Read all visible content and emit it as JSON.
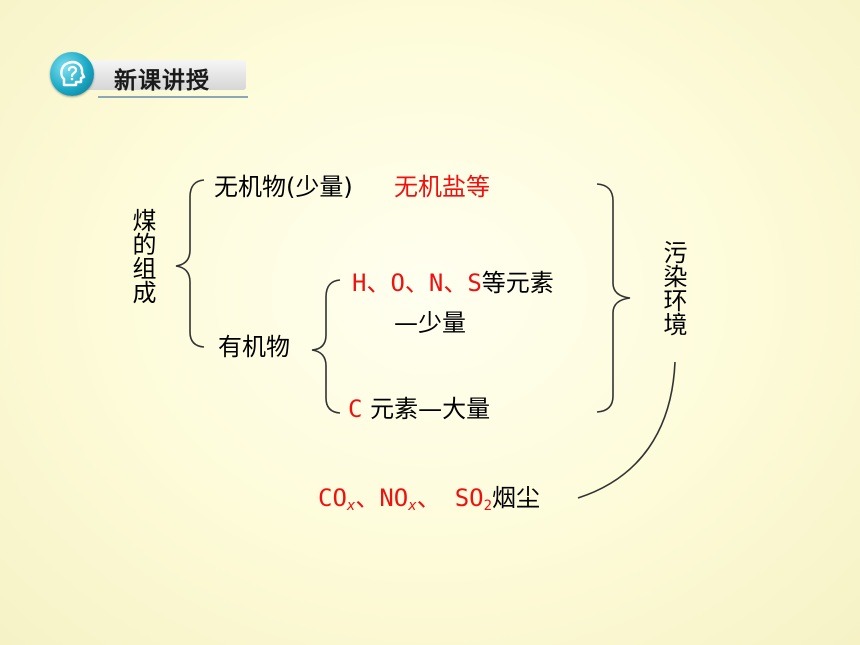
{
  "header": {
    "title": "新课讲授",
    "icon": "head-question-icon"
  },
  "diagram": {
    "root_label": "煤的组成",
    "inorganic": {
      "label": "无机物(少量)",
      "example": "无机盐等"
    },
    "organic": {
      "label": "有机物",
      "elements_red": "H、O、N、S",
      "elements_suffix": "等元素",
      "elements_amount": "—少量",
      "carbon_red": "C",
      "carbon_suffix": " 元素—大量"
    },
    "pollution_label": "污染环境",
    "pollutants": {
      "co": "CO",
      "co_sub": "x",
      "sep1": "、",
      "no": "NO",
      "no_sub": "x",
      "sep2": "、",
      "so": "SO",
      "so_sub": "2",
      "dust": "烟尘"
    }
  },
  "colors": {
    "highlight": "#ee1111",
    "text": "#000000",
    "icon": "#1aa9c6"
  }
}
